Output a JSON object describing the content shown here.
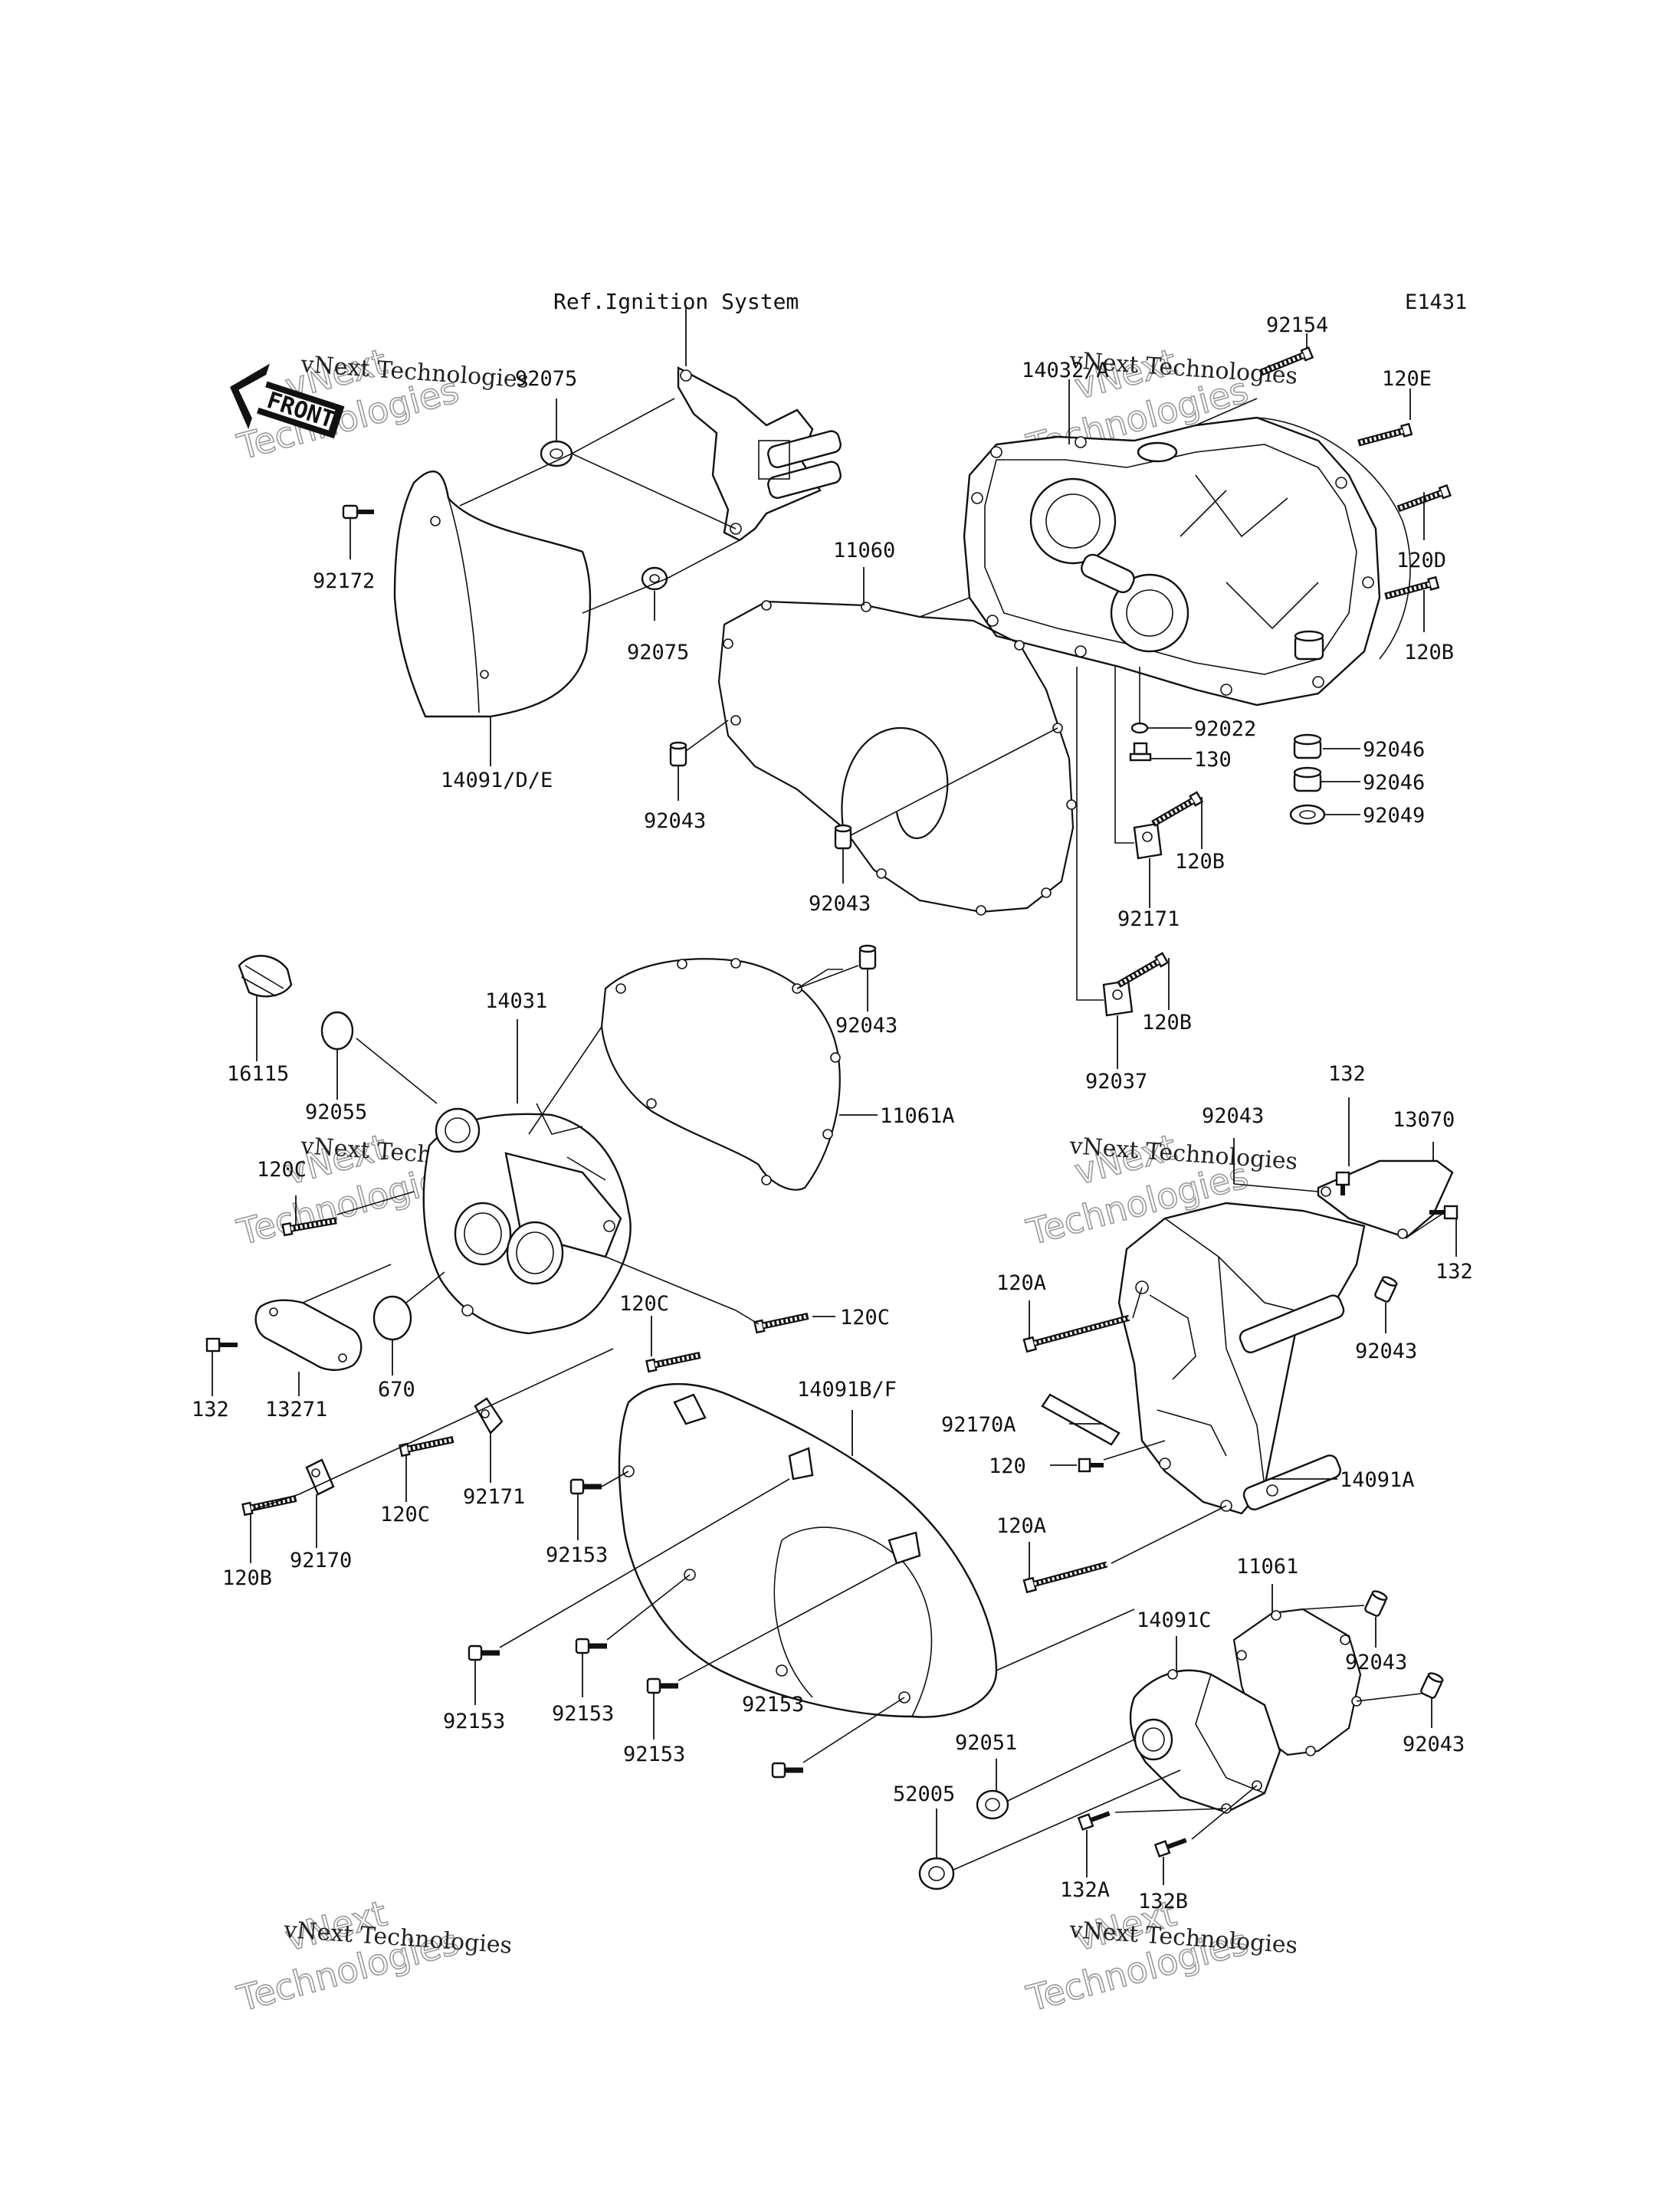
{
  "diagram": {
    "code": "E1431",
    "reference": "Ref.Ignition System",
    "front_arrow": "FRONT",
    "watermark": {
      "line1": "vNext",
      "line2": "Technologies",
      "caption": "vNext Technologies"
    },
    "labels": {
      "p92154": "92154",
      "p14032A": "14032/A",
      "p120E": "120E",
      "p120D": "120D",
      "p120B_a": "120B",
      "p92075_a": "92075",
      "p92075_b": "92075",
      "p92172": "92172",
      "p11060": "11060",
      "p14091DE": "14091/D/E",
      "p92043_a": "92043",
      "p92043_b": "92043",
      "p92022": "92022",
      "p130": "130",
      "p92046_a": "92046",
      "p92046_b": "92046",
      "p92049": "92049",
      "p120B_b": "120B",
      "p92171_a": "92171",
      "p120B_c": "120B",
      "p92037": "92037",
      "p14031": "14031",
      "p92043_c": "92043",
      "p16115": "16115",
      "p92055": "92055",
      "p11061A": "11061A",
      "p120C_a": "120C",
      "p132_a": "132",
      "p13271": "13271",
      "p670": "670",
      "p120C_b": "120C",
      "p120C_c": "120C",
      "p120C_d": "120C",
      "p92171_b": "92171",
      "p120B_d": "120B",
      "p92170": "92170",
      "p92153_a": "92153",
      "p14091BF": "14091B/F",
      "p92043_d": "92043",
      "p132_b": "132",
      "p13070": "13070",
      "p132_c": "132",
      "p120A_a": "120A",
      "p92043_e": "92043",
      "p92170A": "92170A",
      "p120": "120",
      "p14091A": "14091A",
      "p120A_b": "120A",
      "p11061": "11061",
      "p14091C": "14091C",
      "p92043_f": "92043",
      "p92153_b": "92153",
      "p92153_c": "92153",
      "p92153_d": "92153",
      "p92153_e": "92153",
      "p92051": "92051",
      "p52005": "52005",
      "p92043_g": "92043",
      "p132A": "132A",
      "p132B": "132B"
    }
  }
}
